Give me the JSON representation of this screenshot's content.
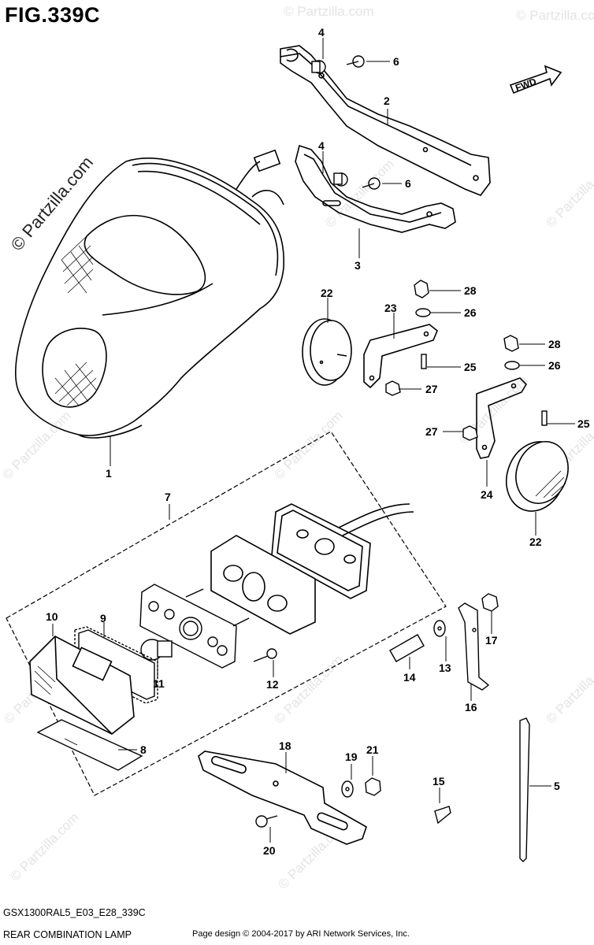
{
  "figure": {
    "title": "FIG.339C",
    "code": "GSX1300RAL5_E03_E28_339C",
    "name": "REAR COMBINATION LAMP"
  },
  "watermark": "© Partzilla.com",
  "direction_label": "FWD",
  "copyright": "Page design © 2004-2017 by ARI Network Services, Inc.",
  "callouts": [
    "1",
    "2",
    "3",
    "4",
    "4",
    "5",
    "6",
    "6",
    "7",
    "8",
    "9",
    "10",
    "11",
    "12",
    "13",
    "14",
    "15",
    "16",
    "17",
    "18",
    "19",
    "20",
    "21",
    "22",
    "22",
    "23",
    "24",
    "25",
    "25",
    "26",
    "26",
    "27",
    "27",
    "28",
    "28"
  ]
}
